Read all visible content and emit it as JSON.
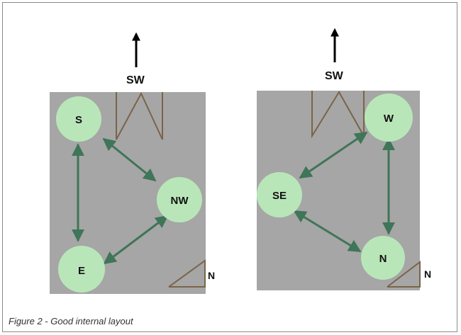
{
  "caption": "Figure 2 - Good internal layout",
  "colors": {
    "room": "#a6a6a6",
    "node": "#b9e6b9",
    "edge": "#3f7558",
    "door": "#7a6448",
    "text": "#111111"
  },
  "left_plan": {
    "orientation_label": "SW",
    "north_label": "N",
    "nodes": {
      "s": "S",
      "nw": "NW",
      "e": "E"
    }
  },
  "right_plan": {
    "orientation_label": "SW",
    "north_label": "N",
    "nodes": {
      "w": "W",
      "se": "SE",
      "n": "N"
    }
  }
}
